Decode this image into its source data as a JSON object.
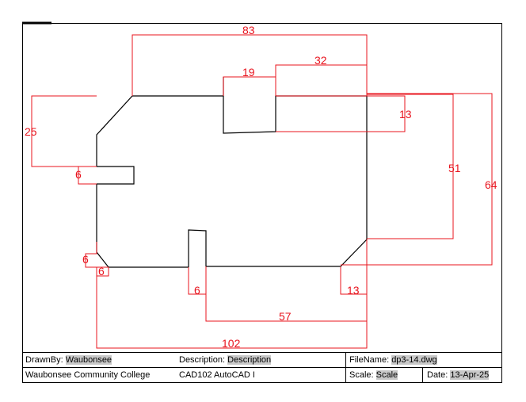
{
  "dimensions": {
    "d83": "83",
    "d19": "19",
    "d32": "32",
    "d13_top": "13",
    "d25": "25",
    "d6_slot": "6",
    "d51": "51",
    "d64": "64",
    "d6_left": "6",
    "d6_bot": "6",
    "d6_tab": "6",
    "d13_bot": "13",
    "d57": "57",
    "d102": "102"
  },
  "title_block": {
    "drawn_by_label": "DrawnBy:",
    "drawn_by_value": "Waubonsee",
    "description_label": "Description:",
    "description_value": "Description",
    "filename_label": "FileName:",
    "filename_value": "dp3-14.dwg",
    "school": "Waubonsee Community College",
    "course": "CAD102 AutoCAD I",
    "scale_label": "Scale:",
    "scale_value": "Scale",
    "date_label": "Date:",
    "date_value": "13-Apr-25"
  },
  "colors": {
    "dimension": "#e8141e",
    "geometry": "#000000"
  }
}
